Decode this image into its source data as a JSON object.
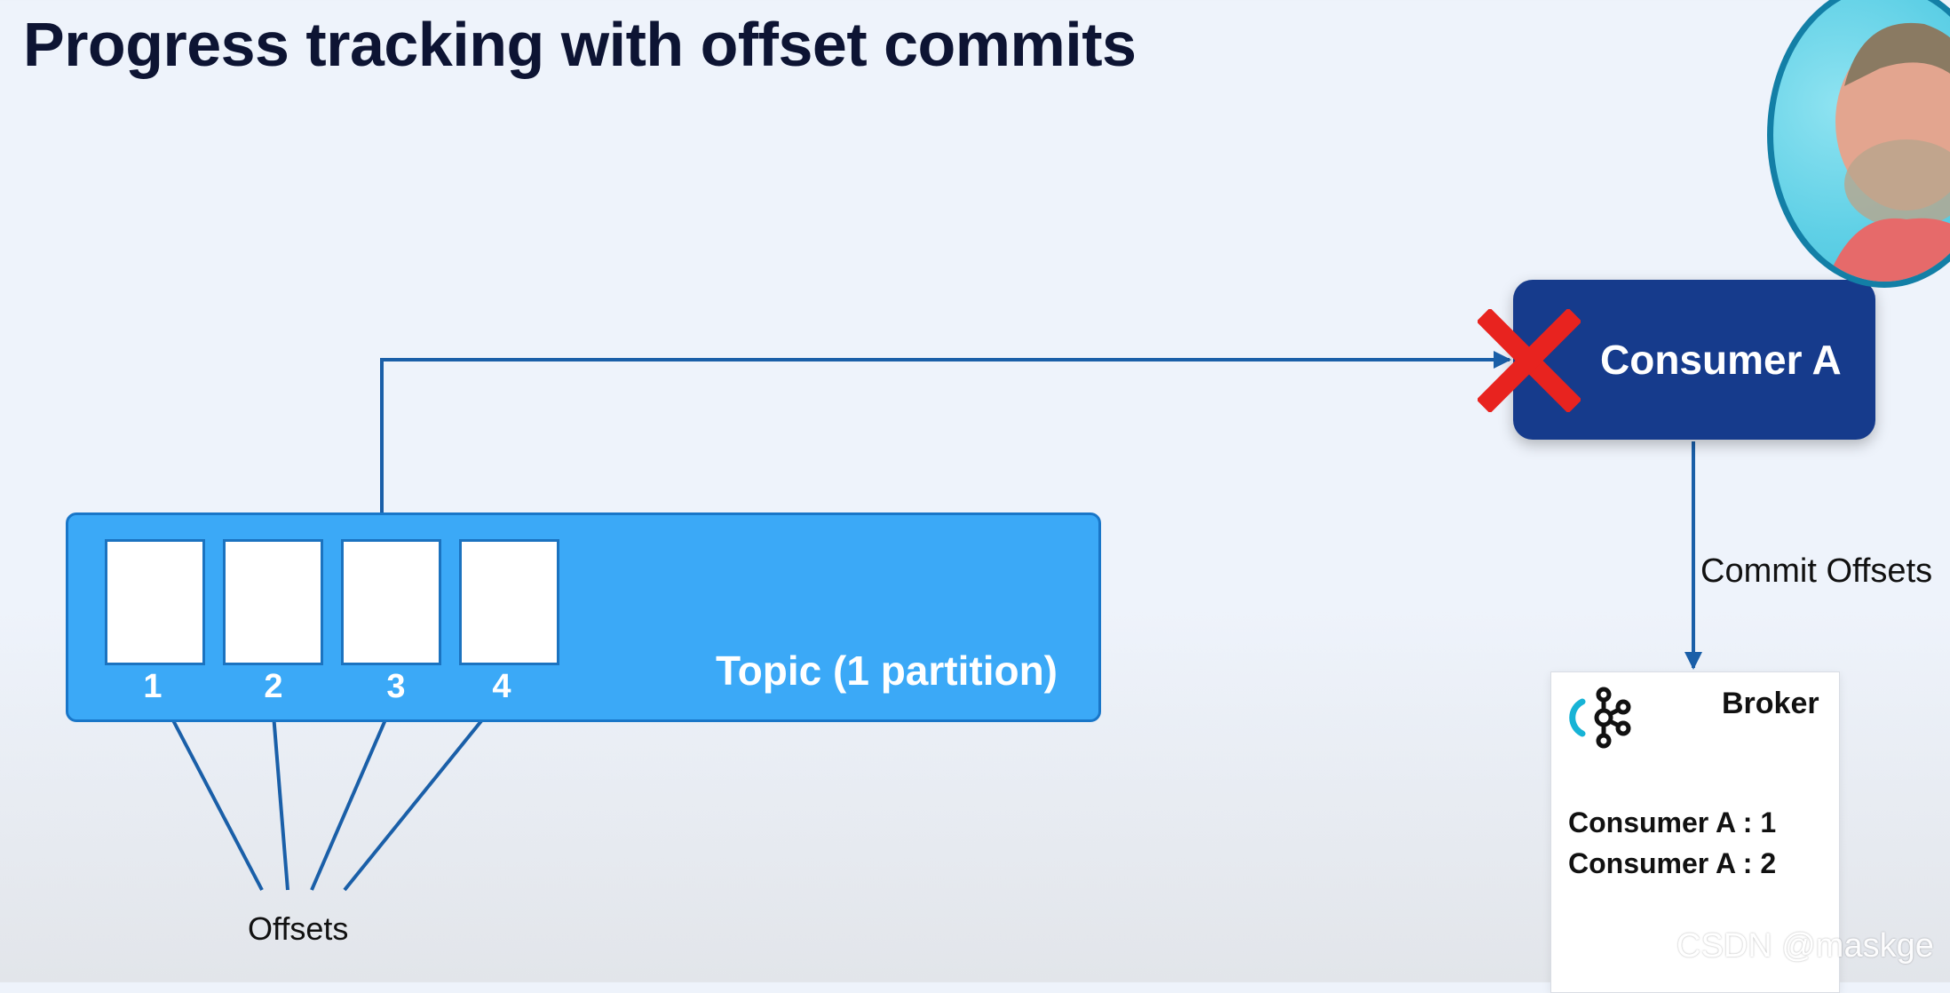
{
  "title": "Progress tracking with offset commits",
  "topic": {
    "label": "Topic (1 partition)",
    "offsets": [
      "1",
      "2",
      "3",
      "4"
    ]
  },
  "consumer": {
    "label": "Consumer A",
    "status": "failed"
  },
  "commit_label": "Commit Offsets",
  "broker": {
    "title": "Broker",
    "icon": "kafka-logo-icon",
    "entries": [
      "Consumer A : 1",
      "Consumer A : 2"
    ]
  },
  "offsets_label": "Offsets",
  "watermark": "CSDN @maskge",
  "colors": {
    "title": "#0d1433",
    "topic_fill": "#3ba9f7",
    "topic_border": "#1976c8",
    "consumer_fill": "#163b8c",
    "arrow": "#1a5fa8",
    "failure_x": "#e8231f",
    "avatar_ring": "#137fa6"
  }
}
